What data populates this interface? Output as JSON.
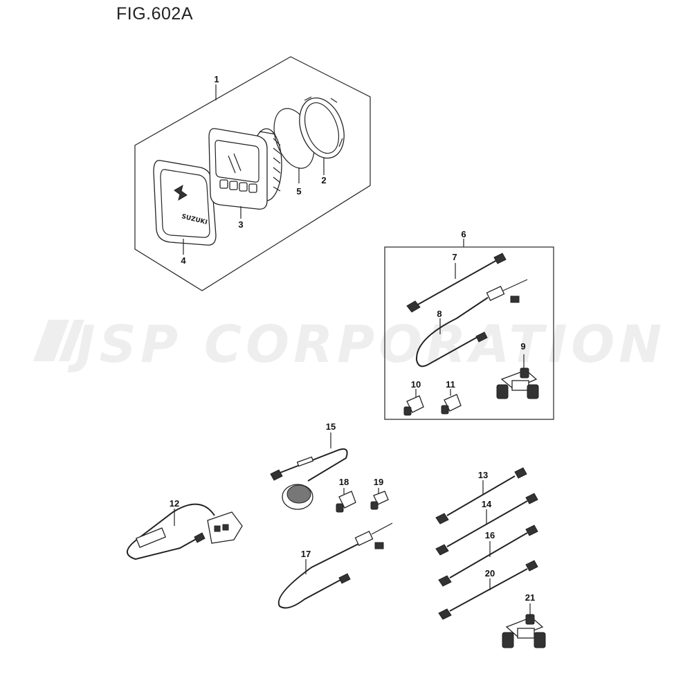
{
  "figure": {
    "title": "FIG.602A"
  },
  "watermark": {
    "text": "JSP CORPORATION"
  },
  "callouts": [
    {
      "id": "1",
      "label": "1"
    },
    {
      "id": "2",
      "label": "2"
    },
    {
      "id": "3",
      "label": "3"
    },
    {
      "id": "4",
      "label": "4"
    },
    {
      "id": "5",
      "label": "5"
    },
    {
      "id": "6",
      "label": "6"
    },
    {
      "id": "7",
      "label": "7"
    },
    {
      "id": "8",
      "label": "8"
    },
    {
      "id": "9",
      "label": "9"
    },
    {
      "id": "10",
      "label": "10"
    },
    {
      "id": "11",
      "label": "11"
    },
    {
      "id": "12",
      "label": "12"
    },
    {
      "id": "13",
      "label": "13"
    },
    {
      "id": "14",
      "label": "14"
    },
    {
      "id": "15",
      "label": "15"
    },
    {
      "id": "16",
      "label": "16"
    },
    {
      "id": "17",
      "label": "17"
    },
    {
      "id": "18",
      "label": "18"
    },
    {
      "id": "19",
      "label": "19"
    },
    {
      "id": "20",
      "label": "20"
    },
    {
      "id": "21",
      "label": "21"
    }
  ],
  "logos": {
    "gauge_cover": "SUZUKI"
  }
}
